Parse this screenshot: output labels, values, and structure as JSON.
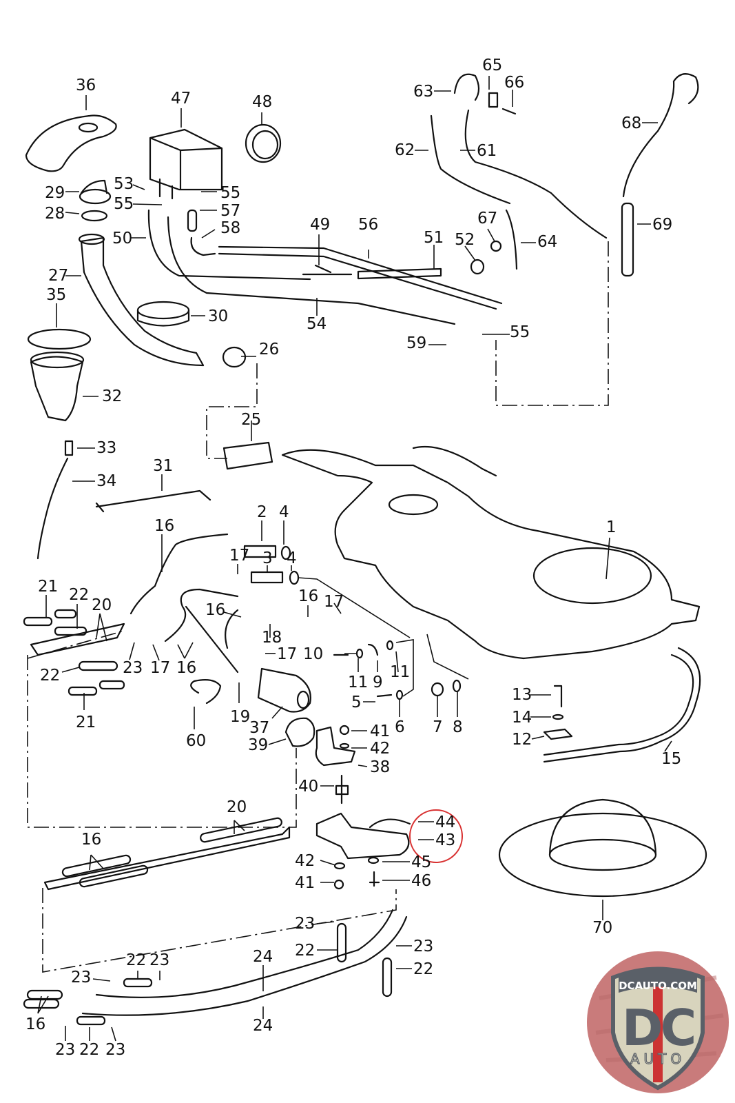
{
  "diagram": {
    "type": "exploded parts diagram",
    "subject": "fuel tank and fuel lines assembly",
    "highlight_color": "#d83030",
    "highlighted_part": "43",
    "labels": {
      "l1": "1",
      "l2": "2",
      "l3": "3",
      "l4a": "4",
      "l4b": "4",
      "l5": "5",
      "l6": "6",
      "l7": "7",
      "l8": "8",
      "l9": "9",
      "l10": "10",
      "l11a": "11",
      "l11b": "11",
      "l12": "12",
      "l13": "13",
      "l14": "14",
      "l15": "15",
      "l16a": "16",
      "l16b": "16",
      "l16c": "16",
      "l16d": "16",
      "l16e": "16",
      "l16f": "16",
      "l17a": "17",
      "l17b": "17",
      "l17c": "17",
      "l17d": "17",
      "l18": "18",
      "l19": "19",
      "l20a": "20",
      "l20b": "20",
      "l21a": "21",
      "l21b": "21",
      "l22a": "22",
      "l22b": "22",
      "l22c": "22",
      "l22d": "22",
      "l22e": "22",
      "l22f": "22",
      "l23a": "23",
      "l23b": "23",
      "l23c": "23",
      "l23d": "23",
      "l23e": "23",
      "l23f": "23",
      "l23g": "23",
      "l24a": "24",
      "l24b": "24",
      "l25": "25",
      "l26": "26",
      "l27": "27",
      "l28": "28",
      "l29": "29",
      "l30": "30",
      "l31": "31",
      "l32": "32",
      "l33": "33",
      "l34": "34",
      "l35": "35",
      "l36": "36",
      "l37": "37",
      "l38": "38",
      "l39": "39",
      "l40": "40",
      "l41a": "41",
      "l41b": "41",
      "l42a": "42",
      "l42b": "42",
      "l43": "43",
      "l44": "44",
      "l45": "45",
      "l46": "46",
      "l47": "47",
      "l48": "48",
      "l49": "49",
      "l50": "50",
      "l51": "51",
      "l52": "52",
      "l53": "53",
      "l54": "54",
      "l55a": "55",
      "l55b": "55",
      "l55c": "55",
      "l56": "56",
      "l57": "57",
      "l58": "58",
      "l59": "59",
      "l60": "60",
      "l61": "61",
      "l62": "62",
      "l63": "63",
      "l64": "64",
      "l65": "65",
      "l66": "66",
      "l67": "67",
      "l68": "68",
      "l69": "69",
      "l70": "70"
    }
  },
  "logo": {
    "url_text": "DCAUTO.COM",
    "monogram": "DC",
    "subtext": "AUTO",
    "colors": {
      "background": "#c97b7b",
      "shield": "#d8d4bd",
      "monogram": "#5a6068",
      "stripe": "#cc3333"
    }
  }
}
